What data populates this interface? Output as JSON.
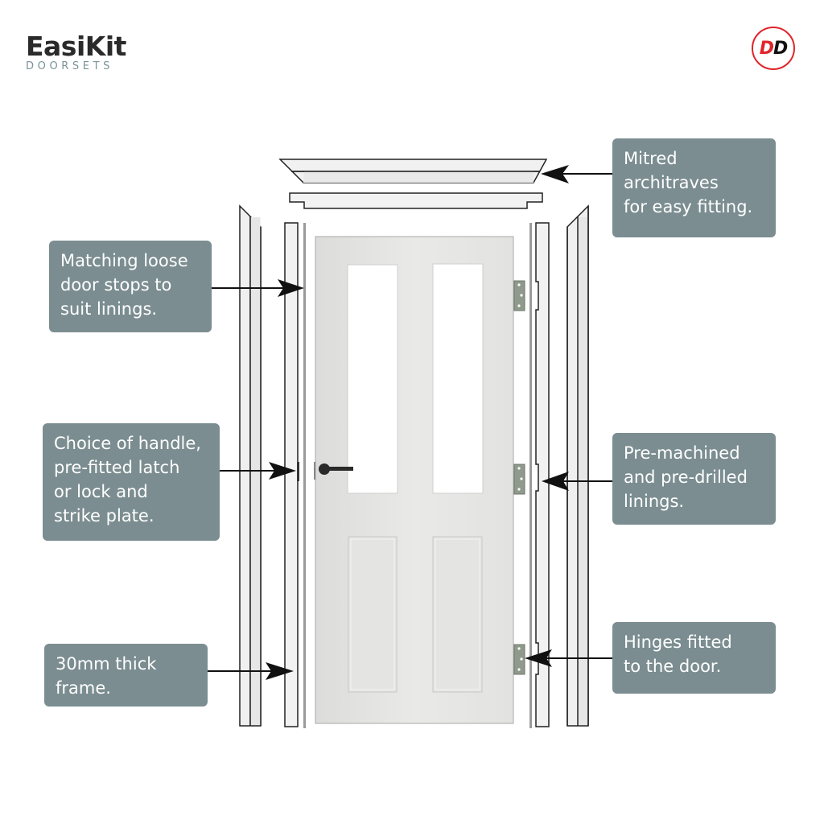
{
  "brand": {
    "name": "EasiKit",
    "tagline": "DOORSETS",
    "badge_left": "D",
    "badge_right": "D",
    "badge_color": "#e0242a"
  },
  "callouts": {
    "architraves": "Mitred\narchitraves\nfor easy fitting.",
    "door_stops": "Matching loose\ndoor stops to\nsuit linings.",
    "handle": "Choice of handle,\npre-fitted latch\nor lock and\nstrike plate.",
    "linings": "Pre-machined\nand pre-drilled\nlinings.",
    "frame": "30mm thick\nframe.",
    "hinges": "Hinges fitted\nto the door."
  },
  "colors": {
    "callout_bg": "#7b8d91",
    "callout_text": "#ffffff",
    "door": "#e6e6e4",
    "hinge": "#8f998c"
  }
}
